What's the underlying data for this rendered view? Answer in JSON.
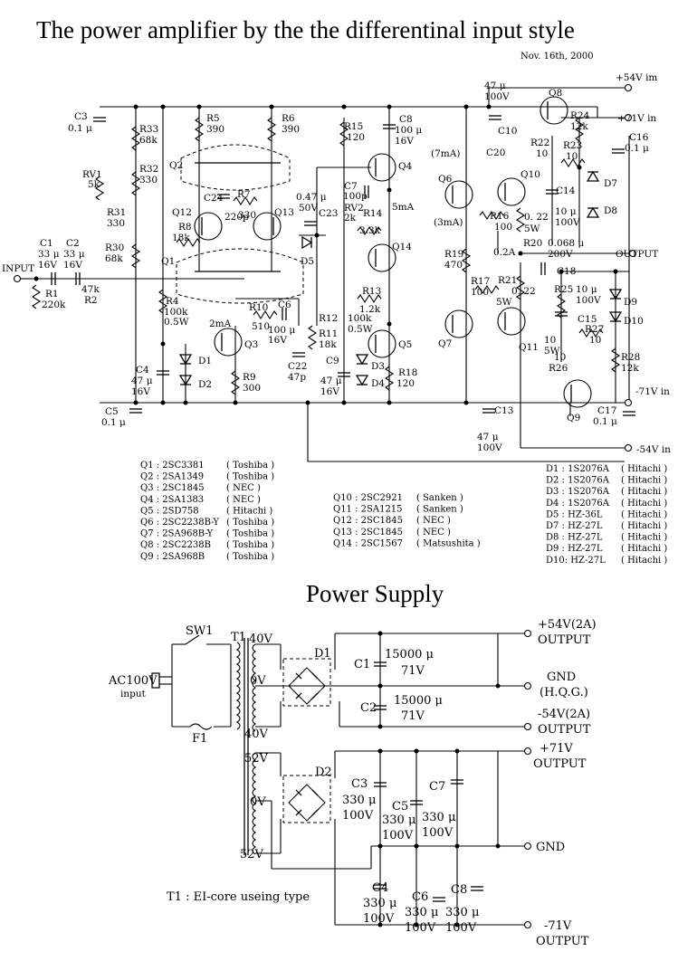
{
  "title": "The power amplifier by the the differentinal input style",
  "date": "Nov. 16th, 2000",
  "rails": {
    "p54": "+54V im",
    "p71": "+71V in",
    "m71": "-71V in",
    "m54": "-54V in",
    "input": "INPUT",
    "output": "OUTPUT"
  },
  "amp_labels": {
    "C3": "C3",
    "C3v": "0.1 μ",
    "R33": "R33",
    "R33v": "68k",
    "R32": "R32",
    "R32v": "330",
    "RV1": "RV1",
    "RV1v": "5k",
    "R31": "R31",
    "R31v": "330",
    "R30": "R30",
    "R30v": "68k",
    "C1": "C1",
    "C1v": "33 μ",
    "C1v2": "16V",
    "C2": "C2",
    "C2v": "33 μ",
    "C2v2": "16V",
    "R1": "R1",
    "R1v": "220k",
    "R2": "R2",
    "R2v": "47k",
    "R5": "R5",
    "R5v": "390",
    "R6": "R6",
    "R6v": "390",
    "Q2": "Q2",
    "Q1": "Q1",
    "Q12": "Q12",
    "Q13": "Q13",
    "C24": "C24",
    "C24v": "220p",
    "R7": "R7",
    "R7v": "330",
    "R8": "R8",
    "R8v": "18k",
    "C23v1": "0.47 μ",
    "C23v2": "50V",
    "C23": "C23",
    "D5": "D5",
    "R4": "R4",
    "R4v": "100k",
    "R4v2": "0.5W",
    "R10": "R10",
    "R10v": "510",
    "C6": "C6",
    "C6v": "100 μ",
    "C6v2": "16V",
    "I2mA": "2mA",
    "Q3": "Q3",
    "D1": "D1",
    "D2": "D2",
    "C4": "C4",
    "C4v": "47 μ",
    "C4v2": "16V",
    "R9": "R9",
    "R9v": "300",
    "C5": "C5",
    "C5v": "0.1 μ",
    "R15": "R15",
    "R15v": "120",
    "C8": "C8",
    "C8v": "100 μ",
    "C8v2": "16V",
    "Q4": "Q4",
    "C7": "C7",
    "C7v": "100p",
    "RV2": "RV2",
    "RV2v": "2k",
    "R14": "R14",
    "R14v": "3.3k",
    "I5mA": "5mA",
    "Q14": "Q14",
    "R13": "R13",
    "R13v": "1.2k",
    "R12": "R12",
    "R12v": "100k",
    "R12v2": "0.5W",
    "R11": "R11",
    "R11v": "18k",
    "C22": "C22",
    "C22v": "47p",
    "C9": "C9",
    "C9v": "47 μ",
    "C9v2": "16V",
    "D3": "D3",
    "D4": "D4",
    "Q5": "Q5",
    "R18": "R18",
    "R18v": "120",
    "C13": "C13",
    "C13v": "47 μ",
    "C13v2": "100V",
    "C20": "C20",
    "C10": "C10",
    "C10v": "47 μ",
    "C10v2": "100V",
    "I7mA": "(7mA)",
    "I3mA": "(3mA)",
    "Q6": "Q6",
    "Q7": "Q7",
    "Q8": "Q8",
    "Q9": "Q9",
    "Q10": "Q10",
    "Q11": "Q11",
    "R16": "R16",
    "R16v": "100",
    "R17": "R17",
    "R17v": "100",
    "R19": "R19",
    "R19v": "470",
    "R20": "R20",
    "R20v1": "0. 22",
    "R20v2": "5W",
    "I02A": "0.2A",
    "C18": "C18",
    "C18v": "0.068 μ",
    "C18v2": "200V",
    "R21": "R21",
    "R21v": "0. 22",
    "R21v2": "5W",
    "R22": "R22",
    "R22v": "10",
    "R23": "R23",
    "R23v": "10",
    "R24": "R24",
    "R24v": "12k",
    "C16": "C16",
    "C16v": "0.1 μ",
    "C14": "C14",
    "C14v": "10 μ",
    "C14v2": "100V",
    "D7": "D7",
    "D8": "D8",
    "R25": "R25",
    "R25v": "10",
    "R25v2": "5W",
    "C15": "C15",
    "C15v": "10 μ",
    "C15v2": "100V",
    "D9": "D9",
    "D10": "D10",
    "R27": "R27",
    "R27v": "10",
    "R26": "R26",
    "R26v": "10",
    "R28": "R28",
    "R28v": "12k",
    "C17": "C17",
    "C17v": "0.1 μ"
  },
  "parts_left": [
    "Q1 : 2SC3381",
    "Q2 : 2SA1349",
    "Q3 : 2SC1845",
    "Q4 : 2SA1383",
    "Q5 : 2SD758",
    "Q6 : 2SC2238B-Y",
    "Q7 : 2SA968B-Y",
    "Q8 : 2SC2238B",
    "Q9 : 2SA968B"
  ],
  "makers_left": [
    "( Toshiba )",
    "( Toshiba )",
    "( NEC )",
    "( NEC )",
    "( Hitachi )",
    "( Toshiba )",
    "( Toshiba )",
    "( Toshiba )",
    "( Toshiba )"
  ],
  "parts_mid": [
    "Q10 : 2SC2921",
    "Q11 : 2SA1215",
    "Q12 : 2SC1845",
    "Q13 : 2SC1845",
    "Q14 : 2SC1567"
  ],
  "makers_mid": [
    "( Sanken )",
    "( Sanken )",
    "( NEC )",
    "( NEC )",
    "( Matsushita )"
  ],
  "parts_right": [
    "D1 : 1S2076A",
    "D2 : 1S2076A",
    "D3 : 1S2076A",
    "D4 : 1S2076A",
    "D5 : HZ-36L",
    "D7 : HZ-27L",
    "D8 : HZ-27L",
    "D9 : HZ-27L",
    "D10: HZ-27L"
  ],
  "makers_right": [
    "( Hitachi )",
    "( Hitachi )",
    "( Hitachi )",
    "( Hitachi )",
    "( Hitachi )",
    "( Hitachi )",
    "( Hitachi )",
    "( Hitachi )",
    "( Hitachi )"
  ],
  "psu": {
    "title": "Power Supply",
    "sw1": "SW1",
    "t1": "T1",
    "f1": "F1",
    "ac": "AC100V",
    "ac2": "input",
    "v40a": "40V",
    "v0a": "0V",
    "v40b": "40V",
    "v52a": "52V",
    "v0b": "0V",
    "v52b": "52V",
    "d1": "D1",
    "d2": "D2",
    "c1": "C1",
    "c1v": "15000 μ",
    "c1v2": "71V",
    "c2": "C2",
    "c2v": "15000 μ",
    "c2v2": "71V",
    "c3": "C3",
    "c3v": "330 μ",
    "c3v2": "100V",
    "c4": "C4",
    "c4v": "330 μ",
    "c4v2": "100V",
    "c5": "C5",
    "c5v": "330 μ",
    "c5v2": "100V",
    "c6": "C6",
    "c6v": "330 μ",
    "c6v2": "100V",
    "c7": "C7",
    "c7v": "330 μ",
    "c7v2": "100V",
    "c8": "C8",
    "c8v": "330 μ",
    "c8v2": "100V",
    "out1": "+54V(2A)",
    "out1b": "OUTPUT",
    "gnd1": "GND",
    "gnd1b": "(H.Q.G.)",
    "out2": "-54V(2A)",
    "out2b": "OUTPUT",
    "out3": "+71V",
    "out3b": "OUTPUT",
    "gnd2": "GND",
    "out4": "-71V",
    "out4b": "OUTPUT",
    "note": "T1 : EI-core useing type"
  }
}
